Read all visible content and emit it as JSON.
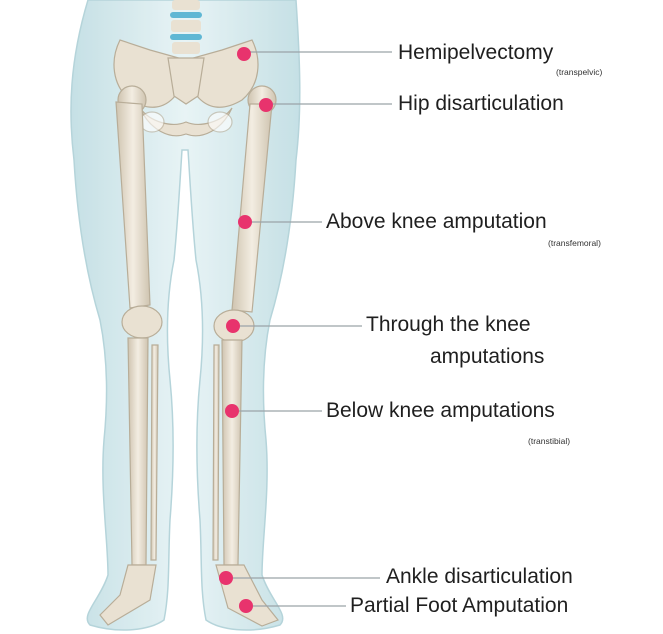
{
  "labels": {
    "hemipelvectomy": "Hemipelvectomy",
    "hemipelvectomy_sub": "(transpelvic)",
    "hip": "Hip disarticulation",
    "above_knee": "Above knee amputation",
    "above_knee_sub": "(transfemoral)",
    "through_knee_1": "Through the knee",
    "through_knee_2": "amputations",
    "below_knee": "Below knee amputations",
    "below_knee_sub": "(transtibial)",
    "ankle": "Ankle disarticulation",
    "partial_foot": "Partial Foot Amputation"
  },
  "colors": {
    "marker": "#e8336d",
    "skin": "#cfe6ea",
    "bone": "#e9e1d2",
    "disc": "#5fb7d4",
    "text": "#1f1f1f",
    "leader": "#9aa3a8"
  }
}
